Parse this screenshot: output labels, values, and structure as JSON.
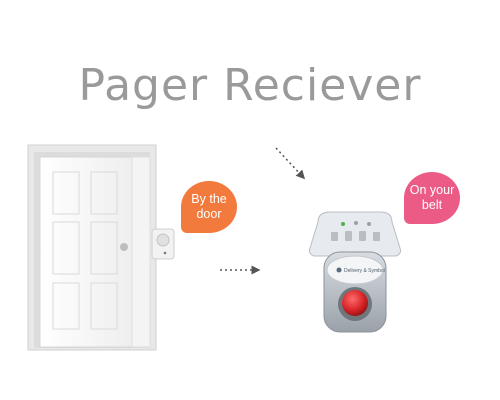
{
  "title": "Pager Reciever",
  "callouts": {
    "door": "By the\ndoor",
    "belt": "On your\nbelt"
  },
  "device": {
    "brand_label": "Delivery & Symbol"
  },
  "colors": {
    "title": "#9a9a9a",
    "door_bubble": "#f27a3d",
    "belt_bubble": "#ec5b86",
    "pager_button": "#d9262a"
  },
  "icons": [
    "door-illustration",
    "doorbell-push-illustration",
    "pager-receiver-illustration",
    "dotted-arrow-icon"
  ]
}
